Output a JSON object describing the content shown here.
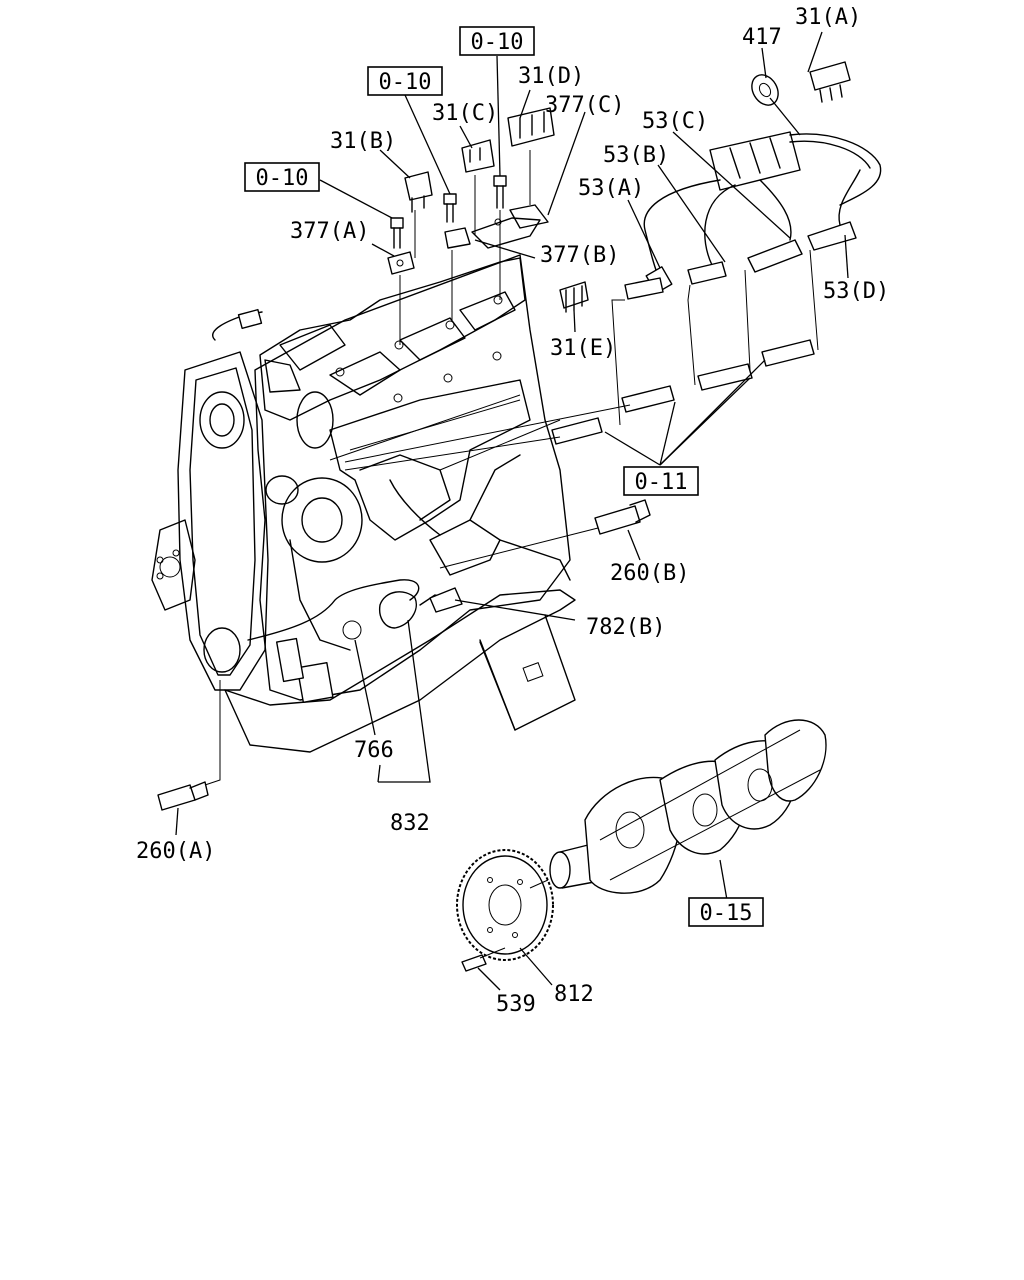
{
  "labels": {
    "p31a": "31(A)",
    "p417": "417",
    "p31d": "31(D)",
    "p377c": "377(C)",
    "p31c": "31(C)",
    "p31b": "31(B)",
    "p53c": "53(C)",
    "p53b": "53(B)",
    "p53a": "53(A)",
    "p377a": "377(A)",
    "p377b": "377(B)",
    "p53d": "53(D)",
    "p31e": "31(E)",
    "p260b": "260(B)",
    "p782b": "782(B)",
    "p766": "766",
    "p832": "832",
    "p260a": "260(A)",
    "p539": "539",
    "p812": "812"
  },
  "ref_boxes": {
    "r010_top": "0-10",
    "r010_mid": "0-10",
    "r010_left": "0-10",
    "r011": "0-11",
    "r015": "0-15"
  }
}
